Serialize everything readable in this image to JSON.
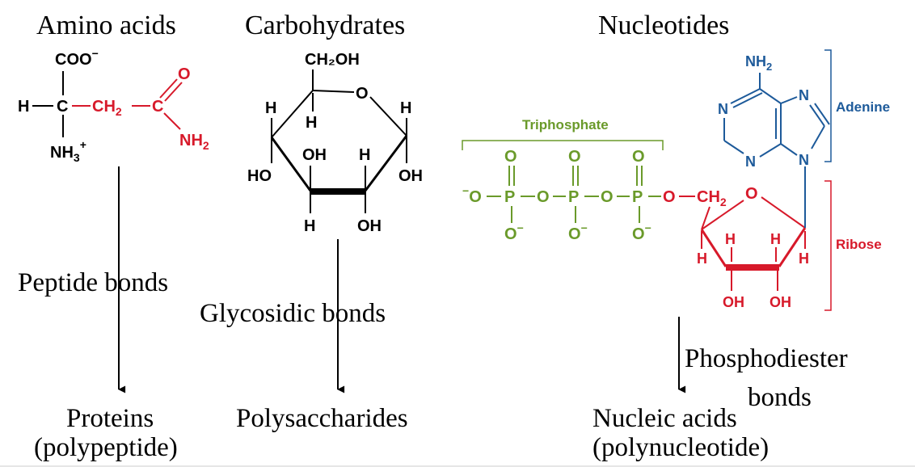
{
  "headers": {
    "amino": "Amino acids",
    "carbo": "Carbohydrates",
    "nucleo": "Nucleotides"
  },
  "bonds": {
    "peptide": "Peptide bonds",
    "glycosidic": "Glycosidic bonds",
    "phospho_line1": "Phosphodiester",
    "phospho_line2": "bonds"
  },
  "products": {
    "proteins_line1": "Proteins",
    "proteins_line2": "(polypeptide)",
    "polysaccharides": "Polysaccharides",
    "nucleic_line1": "Nucleic acids",
    "nucleic_line2": "(polynucleotide)"
  },
  "amino_acid": {
    "coo": "COO",
    "h": "H",
    "c1": "C",
    "ch2": "CH",
    "c2": "C",
    "o": "O",
    "nh2": "NH",
    "nh3": "NH"
  },
  "carbohydrate": {
    "ch2oh": "CH₂OH",
    "ring_o": "O",
    "h_tl": "H",
    "h_tr": "H",
    "h_in": "H",
    "oh_mid": "OH",
    "h_mid": "H",
    "ho_l": "HO",
    "oh_r": "OH",
    "h_bl": "H",
    "oh_b": "OH"
  },
  "nucleotide": {
    "triphosphate_label": "Triphosphate",
    "adenine_label": "Adenine",
    "ribose_label": "Ribose",
    "o_top": "O",
    "p": "P",
    "o_link": "O",
    "o_minus": "O",
    "o_left": "O",
    "o_ribose_link": "O",
    "ch2": "CH",
    "ring_o": "O",
    "h": "H",
    "oh": "OH",
    "nh2": "NH",
    "n": "N"
  },
  "colors": {
    "black": "#000000",
    "red": "#d7192a",
    "green": "#6a9a2a",
    "blue": "#1d5a9a"
  }
}
